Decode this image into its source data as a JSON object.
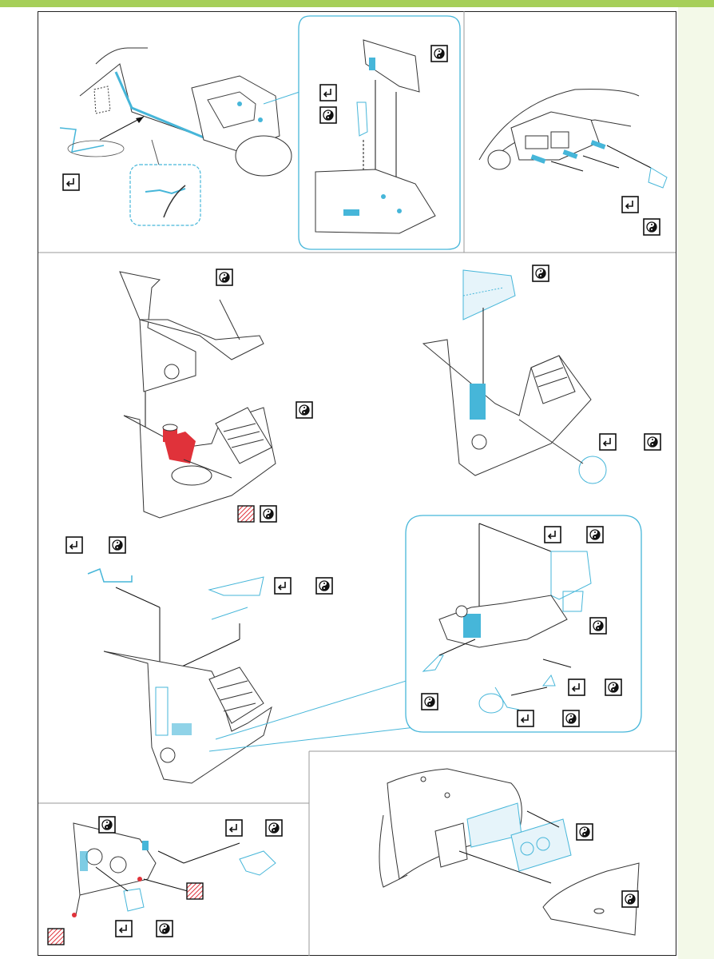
{
  "page": {
    "header_color": "#a6cf59",
    "frame_color": "#222222",
    "etch_color": "#46b6d9",
    "paint_red": "#e0323a"
  },
  "steps": [
    {
      "id": "canopy-frame",
      "symbols": [
        "fold-icon"
      ]
    },
    {
      "id": "seat-detail-callout",
      "symbols": [
        "glue-icon",
        "fold-icon",
        "glue-icon"
      ]
    },
    {
      "id": "fuselage-side",
      "symbols": [
        "fold-icon",
        "glue-icon"
      ]
    },
    {
      "id": "cockpit-floor-remove",
      "symbols": [
        "glue-icon",
        "glue-icon",
        "paint-icon",
        "glue-icon"
      ]
    },
    {
      "id": "instrument-panel",
      "symbols": [
        "glue-icon",
        "fold-icon",
        "glue-icon"
      ]
    },
    {
      "id": "cockpit-side-parts",
      "symbols": [
        "fold-icon",
        "glue-icon",
        "fold-icon",
        "glue-icon"
      ]
    },
    {
      "id": "cockpit-callout",
      "symbols": [
        "fold-icon",
        "glue-icon",
        "glue-icon",
        "fold-icon",
        "glue-icon",
        "glue-icon",
        "fold-icon",
        "glue-icon"
      ]
    },
    {
      "id": "seat-back",
      "symbols": [
        "glue-icon",
        "fold-icon",
        "glue-icon",
        "paint-icon",
        "paint-icon",
        "fold-icon",
        "glue-icon"
      ]
    },
    {
      "id": "gear-bay",
      "symbols": [
        "glue-icon",
        "glue-icon"
      ]
    }
  ]
}
